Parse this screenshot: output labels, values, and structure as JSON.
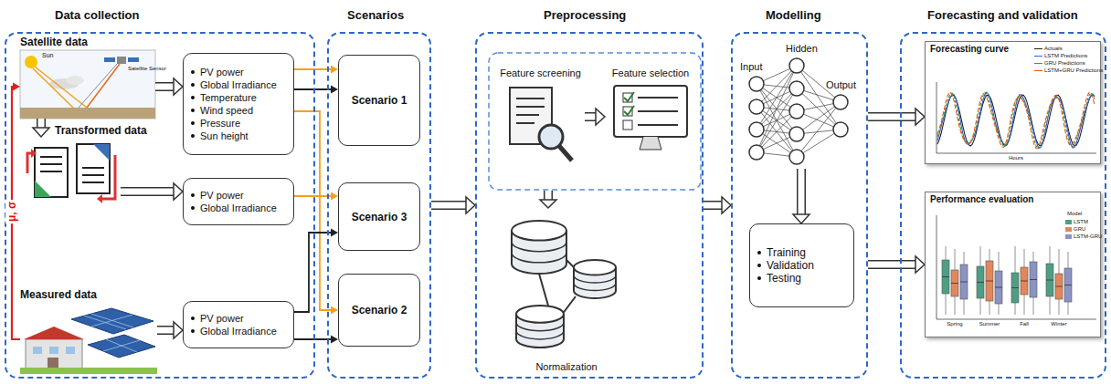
{
  "diagram": {
    "nodes": [
      {
        "text": [
          "Data collection"
        ]
      },
      {
        "text": [
          "Satellite data"
        ],
        "in": 0
      },
      {
        "text": [
          "PV power",
          "Global Irradiance",
          "Temperature",
          "Wind speed",
          "Pressure",
          "Sun height"
        ],
        "in": 0
      },
      {
        "text": [
          "Transformed data"
        ],
        "in": 0
      },
      {
        "text": [
          "PV power",
          "Global Irradiance"
        ],
        "in": 0
      },
      {
        "text": [
          "Measured data"
        ],
        "in": 0
      },
      {
        "text": [
          "PV power",
          "Global Irradiance"
        ],
        "in": 0
      },
      {
        "text": [
          "Scenarios"
        ]
      },
      {
        "text": [
          "Scenario 1"
        ],
        "in": 7
      },
      {
        "text": [
          "Scenario 3"
        ],
        "in": 7
      },
      {
        "text": [
          "Scenario 2"
        ],
        "in": 7
      },
      {
        "text": [
          "Preprocessing"
        ]
      },
      {
        "text": [
          "Feature screening"
        ],
        "in": 11
      },
      {
        "text": [
          "Feature selection"
        ],
        "in": 11
      },
      {
        "text": [
          "Normalization"
        ],
        "in": 11
      },
      {
        "text": [
          "Modelling"
        ]
      },
      {
        "text": [
          "Input",
          "Hidden",
          "Output"
        ],
        "in": 15
      },
      {
        "text": [
          "Training",
          "Validation",
          "Testing"
        ],
        "in": 15
      },
      {
        "text": [
          "Forecasting and validation"
        ]
      },
      {
        "text": [
          "Forecasting curve"
        ],
        "in": 18
      },
      {
        "text": [
          "Performance evaluation"
        ],
        "in": 18
      }
    ],
    "edges": [
      {
        "from": 1,
        "to": 2,
        "arrow": "to"
      },
      {
        "from": 1,
        "to": 3,
        "arrow": "to"
      },
      {
        "from": 3,
        "to": 4,
        "arrow": "to"
      },
      {
        "from": 5,
        "to": 6,
        "arrow": "to"
      },
      {
        "from": 5,
        "to": 1,
        "label": "μ, σ",
        "arrow": "to"
      },
      {
        "from": 2,
        "to": 8,
        "arrow": "to"
      },
      {
        "from": 2,
        "to": 8,
        "arrow": "to"
      },
      {
        "from": 2,
        "to": 10,
        "arrow": "to"
      },
      {
        "from": 4,
        "to": 9,
        "arrow": "to"
      },
      {
        "from": 6,
        "to": 9,
        "arrow": "to"
      },
      {
        "from": 6,
        "to": 10,
        "arrow": "to"
      },
      {
        "from": 7,
        "to": 11,
        "arrow": "to"
      },
      {
        "from": 12,
        "to": 13,
        "arrow": "to"
      },
      {
        "from": 11,
        "to": 15,
        "arrow": "to"
      },
      {
        "from": 16,
        "to": 17,
        "arrow": "to"
      },
      {
        "from": 15,
        "to": 19,
        "arrow": "to"
      },
      {
        "from": 15,
        "to": 20,
        "arrow": "to"
      }
    ],
    "labels": [
      "Sun",
      "Satellite Sensor",
      "Hours",
      "Spring",
      "Summer",
      "Fall",
      "Winter",
      "Model"
    ],
    "legend": [
      {
        "text": "Actuals"
      },
      {
        "text": "LSTM Predictions"
      },
      {
        "text": "GRU Predictions"
      },
      {
        "text": "LSTM+GRU Predictions"
      },
      {
        "text": "LSTM",
        "color": "#4f9e83"
      },
      {
        "text": "GRU",
        "color": "#e2875b"
      },
      {
        "text": "LSTM-GRU",
        "color": "#8b93c2"
      }
    ]
  }
}
